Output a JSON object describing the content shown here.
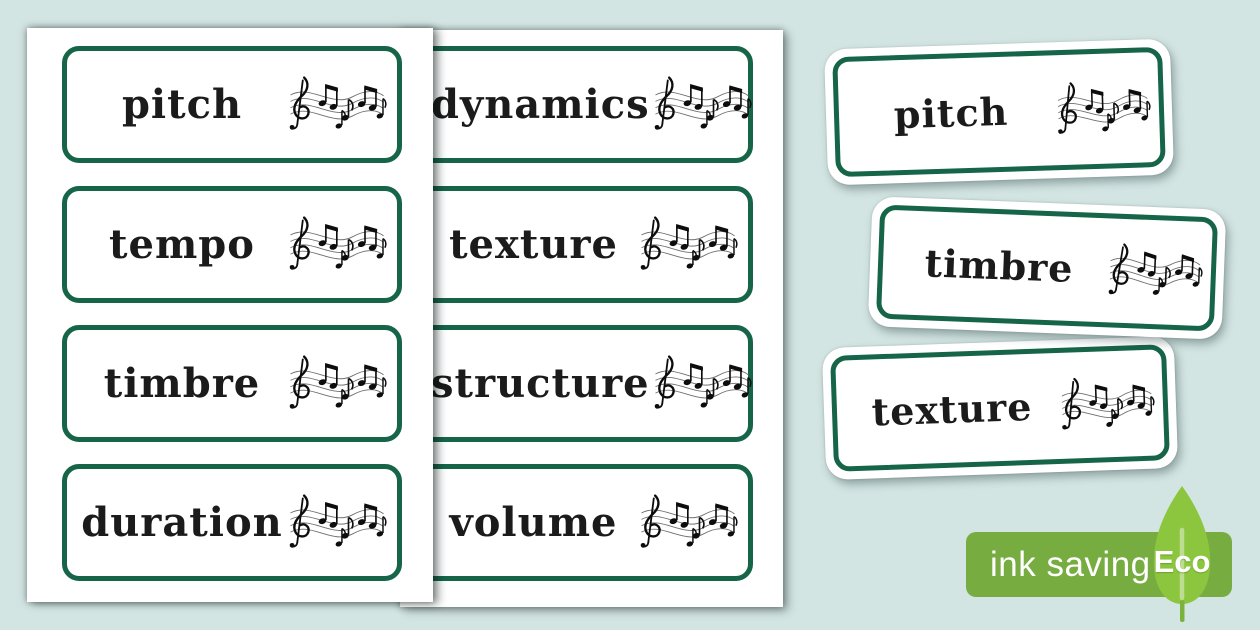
{
  "colors": {
    "background": "#d3e5e3",
    "page": "#ffffff",
    "card_border": "#166549",
    "word_text": "#1b1b1b",
    "badge_bar": "#76ac40",
    "badge_leaf": "#8cc63e",
    "badge_leaf_rib": "#bcdc8f",
    "badge_text": "#ffffff"
  },
  "pages": {
    "left": {
      "cards": [
        {
          "word": "pitch"
        },
        {
          "word": "tempo"
        },
        {
          "word": "timbre"
        },
        {
          "word": "duration"
        }
      ]
    },
    "right": {
      "cards": [
        {
          "word": "dynamics"
        },
        {
          "word": "texture"
        },
        {
          "word": "structure"
        },
        {
          "word": "volume"
        }
      ]
    }
  },
  "loose_cards": [
    {
      "word": "pitch"
    },
    {
      "word": "timbre"
    },
    {
      "word": "texture"
    }
  ],
  "badge": {
    "ink_saving_label": "ink saving",
    "eco_label": "Eco"
  }
}
